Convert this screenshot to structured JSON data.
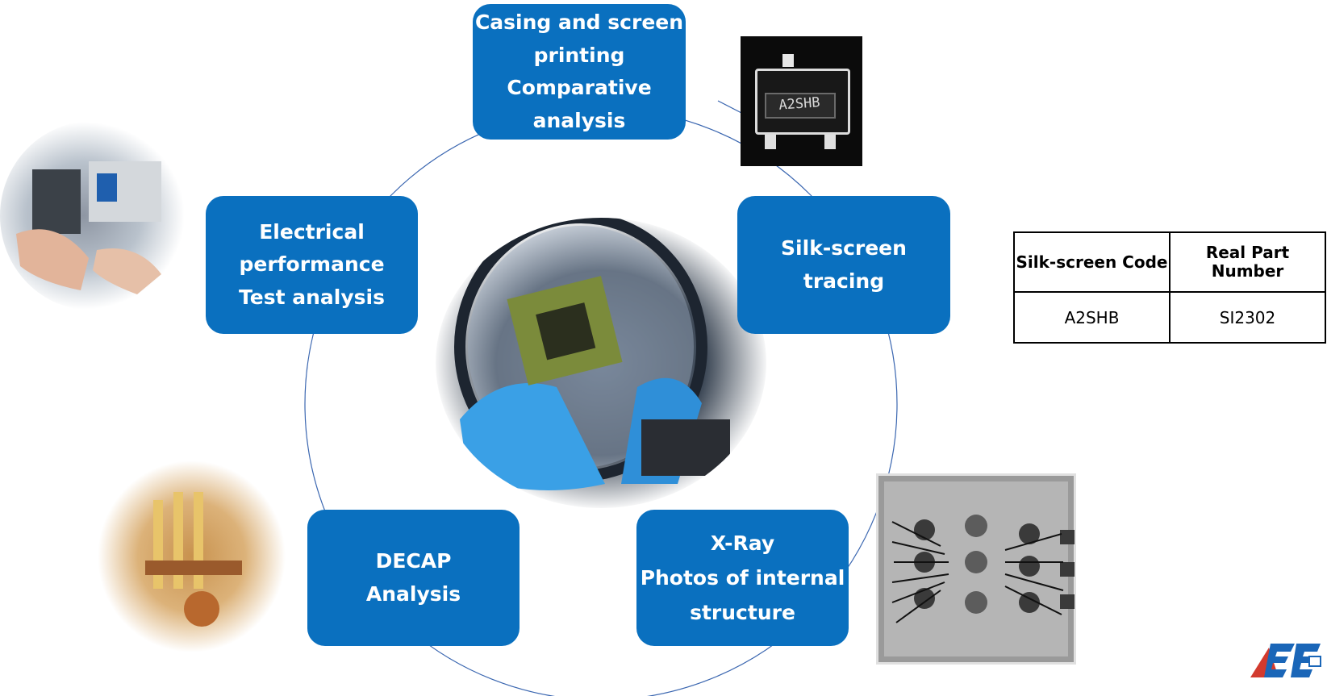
{
  "cycle_steps": [
    {
      "id": "casing",
      "lines": [
        "Casing and screen",
        "printing",
        "Comparative",
        "analysis"
      ]
    },
    {
      "id": "silk",
      "lines": [
        "Silk-screen",
        "tracing"
      ]
    },
    {
      "id": "xray",
      "lines": [
        "X-Ray",
        "Photos of internal",
        "structure"
      ]
    },
    {
      "id": "decap",
      "lines": [
        "DECAP",
        "Analysis"
      ]
    },
    {
      "id": "electrical",
      "lines": [
        "Electrical",
        "performance",
        "Test analysis"
      ]
    }
  ],
  "chip_marking": "A2SHB",
  "parts_table": {
    "headers": [
      "Silk-screen Code",
      "Real Part Number"
    ],
    "rows": [
      [
        "A2SHB",
        "SI2302"
      ]
    ]
  },
  "colors": {
    "box": "#0a70bf",
    "ring": "#3a66b0"
  },
  "icons": [
    "logo-icon"
  ]
}
